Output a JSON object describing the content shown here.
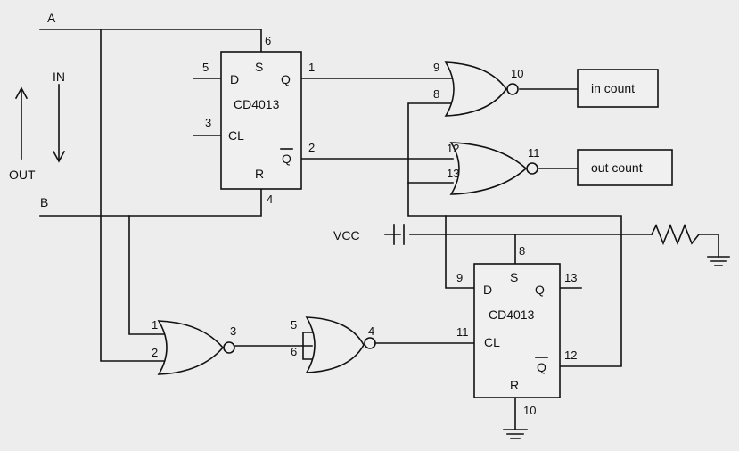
{
  "signals": {
    "a": "A",
    "b": "B",
    "in": "IN",
    "out": "OUT",
    "vcc": "VCC"
  },
  "ff1": {
    "name": "CD4013",
    "d": "D",
    "s": "S",
    "q": "Q",
    "cl": "CL",
    "qbar": "Q",
    "r": "R",
    "pin_d": "5",
    "pin_s": "6",
    "pin_q": "1",
    "pin_cl": "3",
    "pin_qbar": "2",
    "pin_r": "4"
  },
  "ff2": {
    "name": "CD4013",
    "d": "D",
    "s": "S",
    "q": "Q",
    "cl": "CL",
    "qbar": "Q",
    "r": "R",
    "pin_d": "9",
    "pin_s": "8",
    "pin_q": "13",
    "pin_cl": "11",
    "pin_qbar": "12",
    "pin_r": "10"
  },
  "gates": {
    "nor_top": {
      "in1": "9",
      "in2": "8",
      "out": "10"
    },
    "nor_mid": {
      "in1": "12",
      "in2": "13",
      "out": "11"
    },
    "nor_low1": {
      "in1": "1",
      "in2": "2",
      "out": "3"
    },
    "nor_low2": {
      "in1": "5",
      "in2": "6",
      "out": "4"
    }
  },
  "outputs": {
    "in_count": "in count",
    "out_count": "out count"
  }
}
